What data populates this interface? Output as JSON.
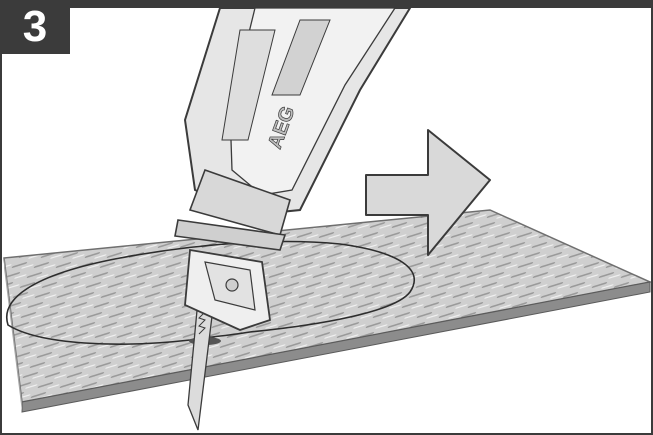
{
  "step": {
    "number": "3",
    "badge_color": "#3b3b3b"
  },
  "illustration": {
    "subject": "reciprocating-saw-plunge-cut-into-diamond-plate",
    "brand_mark": "AEG",
    "arrow_direction": "right",
    "colors": {
      "line": "#3b3b3b",
      "plate_fill": "#cfcfcf",
      "plate_edge": "#8c8c8c",
      "saw_fill": "#e6e6e6",
      "arrow_fill": "#d9d9d9"
    }
  }
}
